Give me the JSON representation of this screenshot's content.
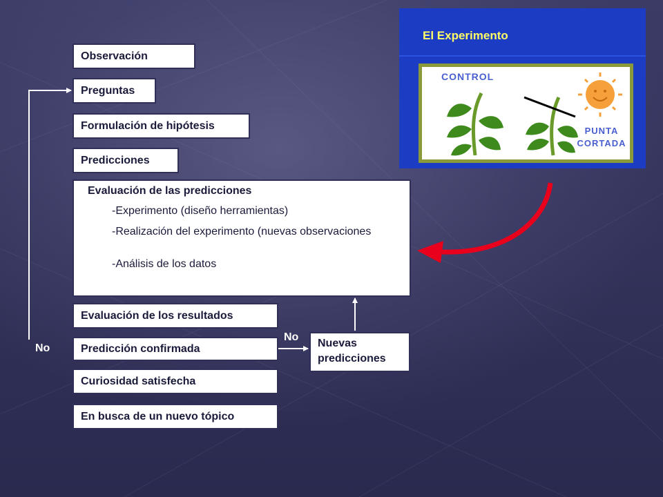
{
  "steps": {
    "observacion": "Observación",
    "preguntas": "Preguntas",
    "hipotesis": "Formulación de hipótesis",
    "predicciones": "Predicciones",
    "evaluacion_resultados": "Evaluación de los resultados",
    "prediccion_confirmada": "Predicción confirmada",
    "curiosidad": "Curiosidad satisfecha",
    "nuevo_topico": "En busca de un nuevo tópico"
  },
  "evaluation": {
    "title": "Evaluación de las predicciones",
    "items": [
      "-Experimento (diseño herramientas)",
      "-Realización del experimento (nuevas observaciones",
      "-Análisis de los datos"
    ]
  },
  "nuevas_predicciones": {
    "line1": "Nuevas",
    "line2": "predicciones"
  },
  "labels": {
    "no_left": "No",
    "no_right": "No"
  },
  "experiment": {
    "title": "El Experimento",
    "control_label": "CONTROL",
    "cut_label_line1": "PUNTA",
    "cut_label_line2": "CORTADA"
  },
  "colors": {
    "background": "#2d2d52",
    "box_fill": "#ffffff",
    "panel_blue": "#1d3cc4",
    "title_yellow": "#ffff66",
    "curved_arrow": "#e8001c",
    "plant_leaf": "#3f8a1c",
    "sun": "#f5a03a"
  }
}
